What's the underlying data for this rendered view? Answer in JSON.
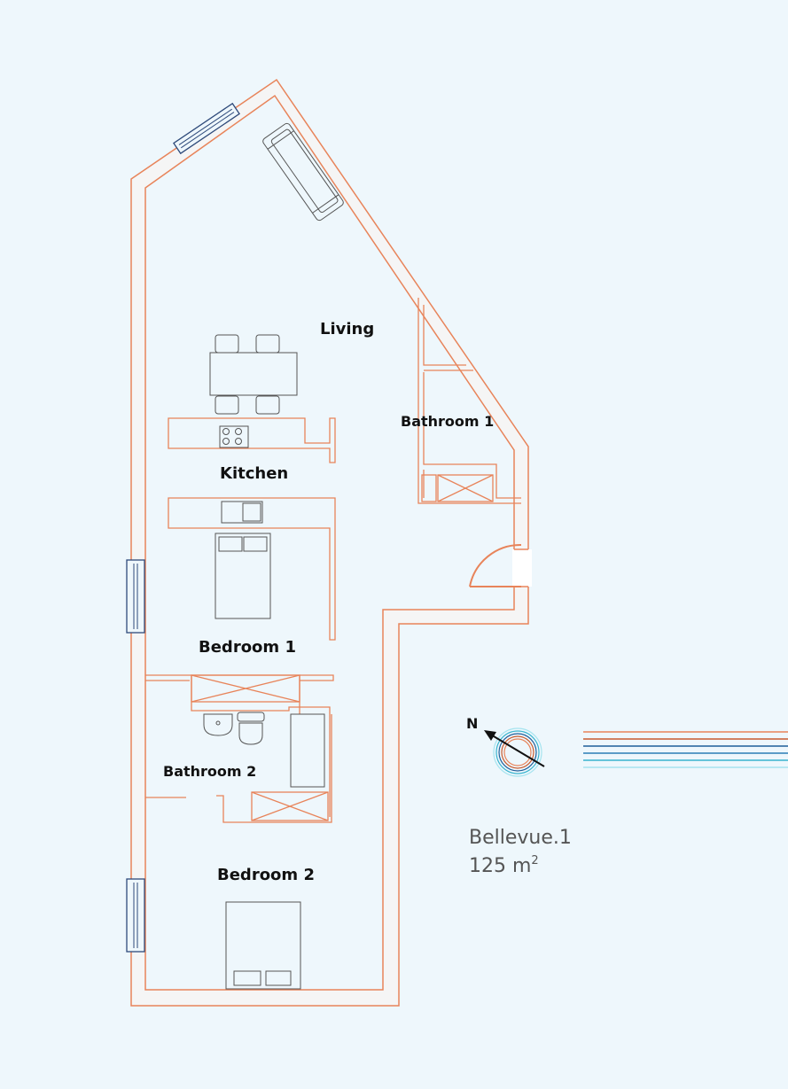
{
  "rooms": {
    "living": "Living",
    "kitchen": "Kitchen",
    "bathroom_1": "Bathroom 1",
    "bedroom_1": "Bedroom 1",
    "bathroom_2": "Bathroom 2",
    "bedroom_2": "Bedroom 2"
  },
  "compass": {
    "north_label": "N"
  },
  "unit": {
    "name": "Bellevue.1",
    "area_value": "125 m",
    "area_sup": "2"
  },
  "colors": {
    "wall": "#e8845a",
    "wall_fill": "#f5f5f5",
    "window": "#2e4a7a",
    "furniture": "#555555",
    "background": "#eef7fc"
  }
}
